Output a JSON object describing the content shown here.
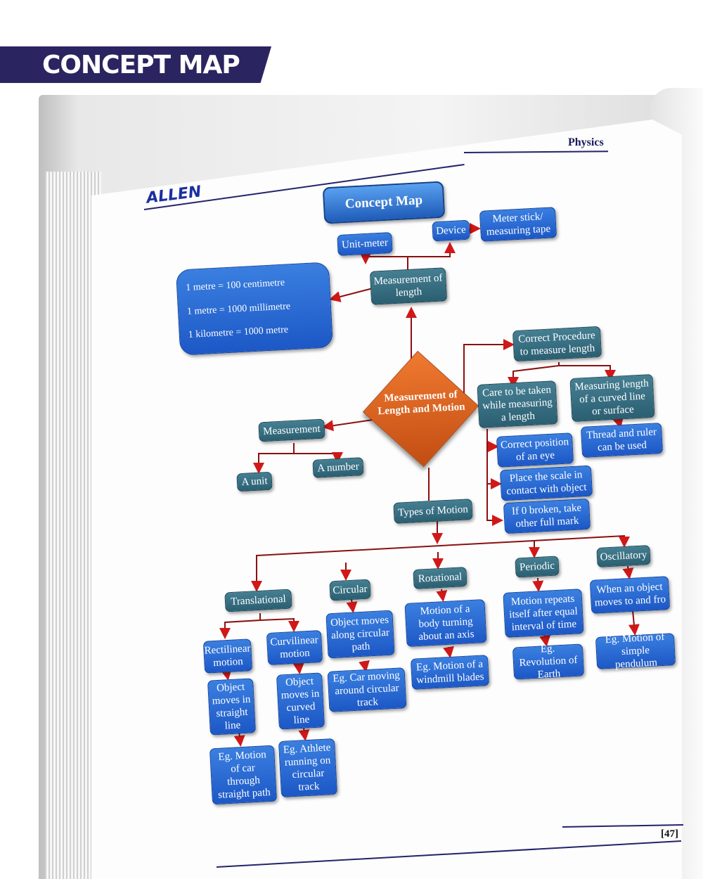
{
  "banner": {
    "title": "CONCEPT MAP"
  },
  "header": {
    "brand": "ALLEN",
    "subject": "Physics",
    "page_number": "[47]"
  },
  "map": {
    "title": "Concept Map",
    "center": "Measurement of Length and Motion",
    "measurement_of_length": "Measurement of length",
    "unit_meter": "Unit-meter",
    "device": "Device",
    "meter_stick": "Meter stick/ measuring tape",
    "conversions": [
      "1 metre = 100 centimetre",
      "1 metre = 1000 millimetre",
      "1 kilometre = 1000 metre"
    ],
    "correct_procedure": "Correct Procedure to measure length",
    "care": "Care to be taken while measuring a length",
    "curved": "Measuring length of a curved line or surface",
    "thread": "Thread and ruler can be used",
    "eye": "Correct position of an eye",
    "scale": "Place the scale in contact with object",
    "zero": "If 0 broken, take other full mark",
    "measurement": "Measurement",
    "a_unit": "A unit",
    "a_number": "A number",
    "types_of_motion": "Types of Motion",
    "translational": "Translational",
    "circular": "Circular",
    "rotational": "Rotational",
    "periodic": "Periodic",
    "oscillatory": "Oscillatory",
    "rectilinear": "Rectilinear motion",
    "curvilinear": "Curvilinear motion",
    "obj_straight": "Object moves in straight line",
    "obj_curved": "Object moves in curved line",
    "eg_car": "Eg. Motion of car through straight path",
    "eg_athlete": "Eg. Athlete running on circular track",
    "circular_desc": "Object moves along circular path",
    "eg_car_circular": "Eg. Car moving around circular track",
    "rotational_desc": "Motion of a body turning about an axis",
    "eg_windmill": "Eg. Motion of a windmill blades",
    "periodic_desc": "Motion repeats itself after equal interval of time",
    "eg_earth": "Eg. Revolution of Earth",
    "oscillatory_desc": "When an object moves to and fro",
    "eg_pendulum": "Eg. Motion of simple pendulum"
  }
}
